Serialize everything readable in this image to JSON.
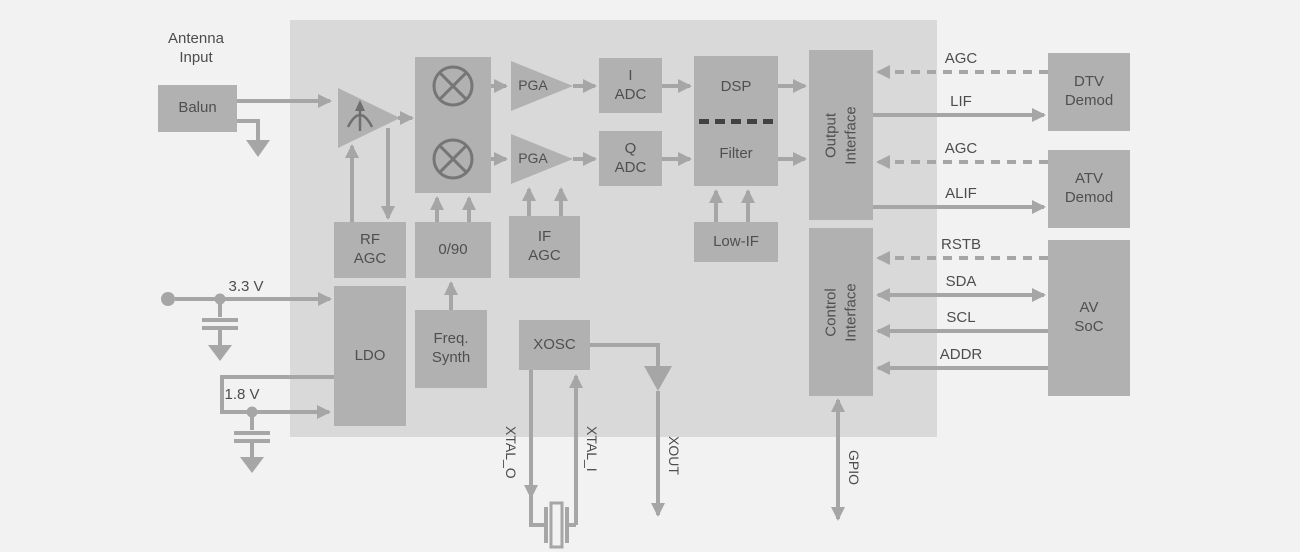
{
  "colors": {
    "page_bg": "#f2f2f2",
    "chip_bg": "#d9d9d9",
    "block_fill": "#b1b1b1",
    "wire": "#a6a6a6",
    "divider_dark": "#424242",
    "text": "#4f4f4f"
  },
  "blocks": {
    "balun": "Balun",
    "rf_agc": "RF\nAGC",
    "quad": "0/90",
    "if_agc": "IF\nAGC",
    "pga_i": "PGA",
    "pga_q": "PGA",
    "i_adc": "I\nADC",
    "q_adc": "Q\nADC",
    "dsp": "DSP",
    "filter": "Filter",
    "low_if": "Low-IF",
    "output_interface": "Output\nInterface",
    "control_interface": "Control\nInterface",
    "ldo": "LDO",
    "freq_synth": "Freq.\nSynth",
    "xosc": "XOSC",
    "dtv_demod": "DTV\nDemod",
    "atv_demod": "ATV\nDemod",
    "av_soc": "AV\nSoC"
  },
  "labels": {
    "antenna_input": "Antenna\nInput",
    "v33": "3.3 V",
    "v18": "1.8 V"
  },
  "signals": {
    "agc_dtv": "AGC",
    "lif": "LIF",
    "agc_atv": "AGC",
    "alif": "ALIF",
    "rstb": "RSTB",
    "sda": "SDA",
    "scl": "SCL",
    "addr": "ADDR"
  },
  "pins": {
    "xtal_o": "XTAL_O",
    "xtal_i": "XTAL_I",
    "xout": "XOUT",
    "gpio": "GPIO"
  },
  "icons": {
    "mixer-icon": "circle-with-x",
    "lna-icon": "amplifier-triangle-with-agc-arrow",
    "pga-icon": "amplifier-triangle",
    "crystal-icon": "quartz-crystal-symbol",
    "ground-icon": "down-triangle",
    "xout-buffer-icon": "down-triangle",
    "port-icon": "filled-circle"
  }
}
